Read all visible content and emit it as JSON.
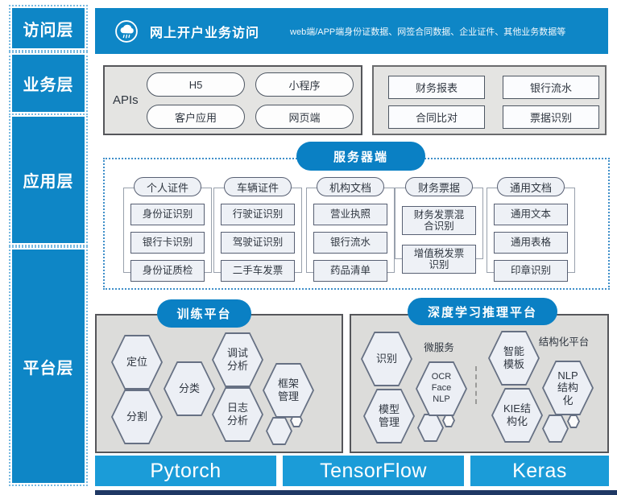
{
  "layers": {
    "access": "访问层",
    "business": "业务层",
    "application": "应用层",
    "platform": "平台层"
  },
  "header": {
    "icon": "cloud-service-icon",
    "title": "网上开户业务访问",
    "subtitle": "web端/APP端身份证数据、网签合同数据、企业证件、其他业务数据等"
  },
  "business": {
    "apis_label": "APIs",
    "api_pills": [
      "H5",
      "小程序",
      "客户应用",
      "网页端"
    ],
    "service_buttons": [
      "财务报表",
      "银行流水",
      "合同比对",
      "票据识别"
    ]
  },
  "application": {
    "server_label": "服务器端",
    "columns": [
      {
        "title": "个人证件",
        "items": [
          "身份证识别",
          "银行卡识别",
          "身份证质检"
        ]
      },
      {
        "title": "车辆证件",
        "items": [
          "行驶证识别",
          "驾驶证识别",
          "二手车发票"
        ]
      },
      {
        "title": "机构文档",
        "items": [
          "营业执照",
          "银行流水",
          "药品清单"
        ]
      },
      {
        "title": "财务票据",
        "items": [
          "财务发票混合识别",
          "增值税发票识别"
        ]
      },
      {
        "title": "通用文档",
        "items": [
          "通用文本",
          "通用表格",
          "印章识别"
        ]
      }
    ]
  },
  "platform": {
    "training": {
      "title": "训练平台",
      "hexagons": [
        "定位",
        "分割",
        "分类",
        "调试分析",
        "日志分析",
        "框架管理"
      ]
    },
    "inference": {
      "title": "深度学习推理平台",
      "microservice_label": "微服务",
      "structured_label": "结构化平台",
      "hexagons_left": [
        "识别",
        "模型管理",
        "OCR Face NLP"
      ],
      "hexagons_right": [
        "智能模板",
        "KIE结构化",
        "NLP结构化"
      ]
    }
  },
  "frameworks": [
    "Pytorch",
    "TensorFlow",
    "Keras"
  ],
  "colors": {
    "primary_blue": "#0e86c6",
    "deep_blue": "#0a80c4",
    "framework_blue": "#1b9cd8",
    "panel_gray": "#e4e4e2",
    "box_fill": "#eef1f6",
    "footer_navy": "#1f3864"
  }
}
